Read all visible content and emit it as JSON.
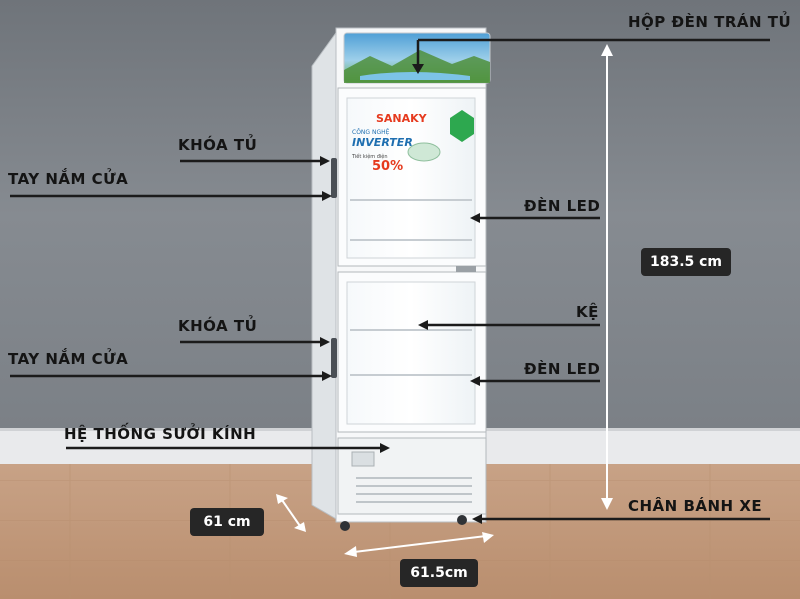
{
  "callouts": {
    "top_light_box": "HỘP ĐÈN TRÁN TỦ",
    "lock_upper": "KHÓA TỦ",
    "handle_upper": "TAY NẮM CỬA",
    "led_upper": "ĐÈN LED",
    "lock_lower": "KHÓA TỦ",
    "handle_lower": "TAY NẮM CỬA",
    "shelf": "KỆ",
    "led_lower": "ĐÈN LED",
    "glass_heating": "HỆ THỐNG SƯỞI KÍNH",
    "casters": "CHÂN BÁNH XE"
  },
  "dimensions": {
    "height": "183.5 cm",
    "depth": "61 cm",
    "width": "61.5cm"
  },
  "fridge": {
    "brand": "SANAKY",
    "tech_line": "CÔNG NGHỆ",
    "inverter": "INVERTER",
    "saving": "50%",
    "saving_prefix": "Tiết kiệm điện"
  },
  "colors": {
    "wall": "#7d8288",
    "floor": "#c9a283",
    "callout": "#1b1b1b",
    "badge": "#262626"
  }
}
